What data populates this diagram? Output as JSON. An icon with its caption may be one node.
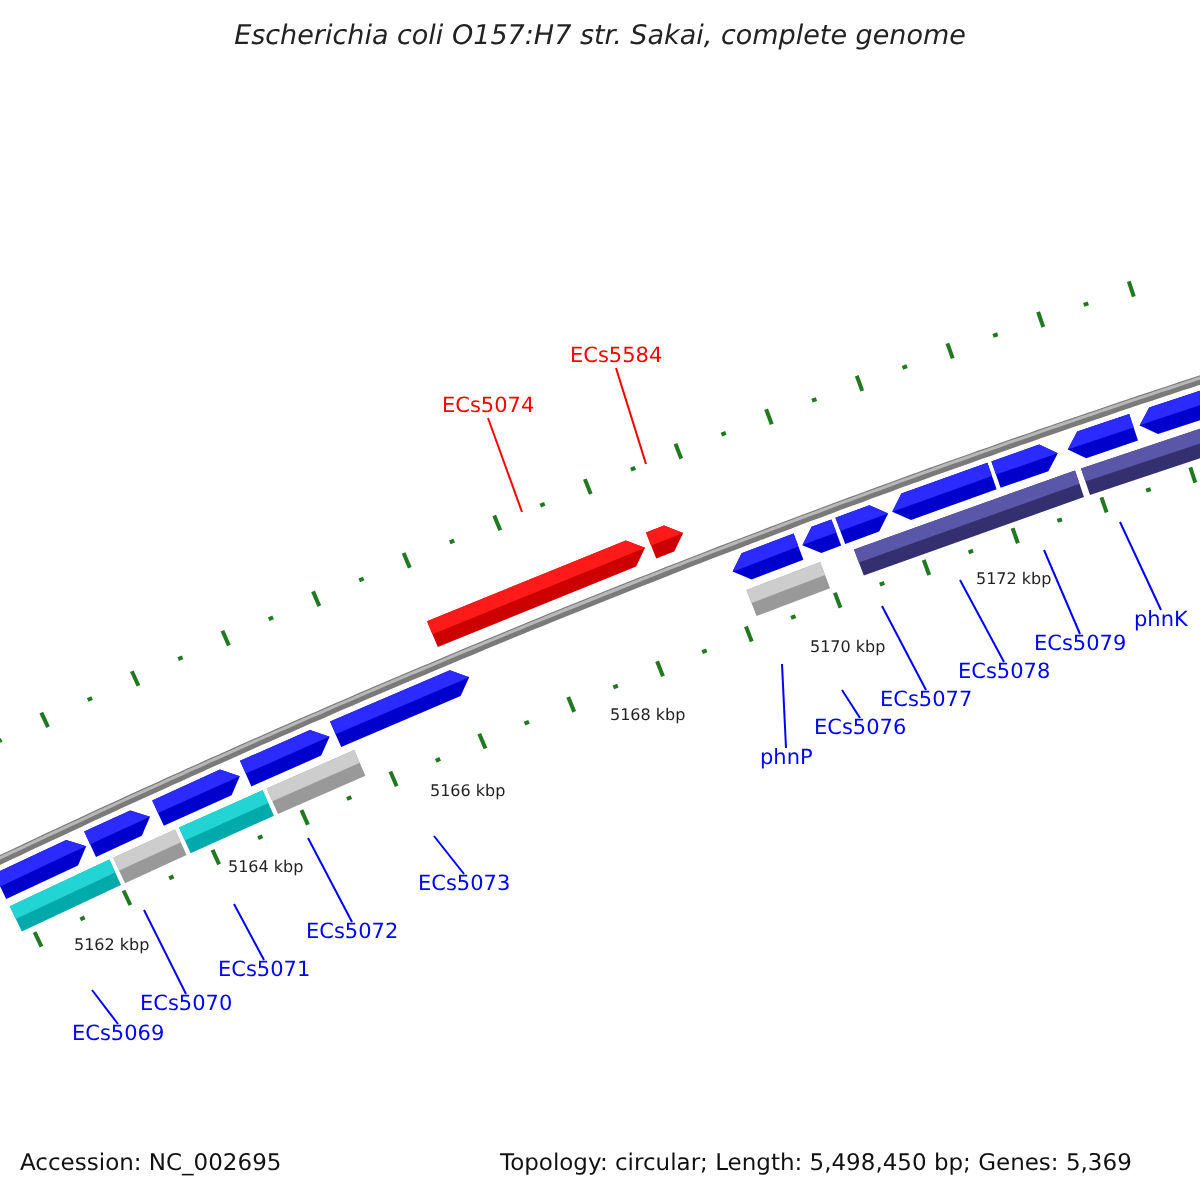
{
  "diagram": {
    "title": "Escherichia coli O157:H7 str. Sakai, complete genome",
    "nodes": [
      {
        "text": [
          "ECs5074"
        ]
      },
      {
        "text": [
          "ECs5584"
        ]
      },
      {
        "text": [
          "ECs5069"
        ]
      },
      {
        "text": [
          "ECs5070"
        ]
      },
      {
        "text": [
          "ECs5071"
        ]
      },
      {
        "text": [
          "ECs5072"
        ]
      },
      {
        "text": [
          "ECs5073"
        ]
      },
      {
        "text": [
          "phnP"
        ]
      },
      {
        "text": [
          "ECs5076"
        ]
      },
      {
        "text": [
          "ECs5077"
        ]
      },
      {
        "text": [
          "ECs5078"
        ]
      },
      {
        "text": [
          "ECs5079"
        ]
      },
      {
        "text": [
          "phnK"
        ]
      }
    ],
    "edges": [
      {
        "from": 0,
        "to": null,
        "arrow": "none",
        "color": "#ff0000"
      },
      {
        "from": 1,
        "to": null,
        "arrow": "none",
        "color": "#ff0000"
      },
      {
        "from": 2,
        "to": null,
        "arrow": "none"
      },
      {
        "from": 3,
        "to": null,
        "arrow": "none"
      },
      {
        "from": 4,
        "to": null,
        "arrow": "none"
      },
      {
        "from": 5,
        "to": null,
        "arrow": "none"
      },
      {
        "from": 6,
        "to": null,
        "arrow": "none"
      },
      {
        "from": 7,
        "to": null,
        "arrow": "none"
      },
      {
        "from": 8,
        "to": null,
        "arrow": "none"
      },
      {
        "from": 9,
        "to": null,
        "arrow": "none"
      },
      {
        "from": 10,
        "to": null,
        "arrow": "none"
      },
      {
        "from": 11,
        "to": null,
        "arrow": "none"
      },
      {
        "from": 12,
        "to": null,
        "arrow": "none"
      }
    ],
    "labels": [
      "5162 kbp",
      "5164 kbp",
      "5166 kbp",
      "5168 kbp",
      "5170 kbp",
      "5172 kbp",
      "Accession: NC_002695",
      "Topology: circular; Length: 5,498,450 bp; Genes: 5,369"
    ]
  }
}
